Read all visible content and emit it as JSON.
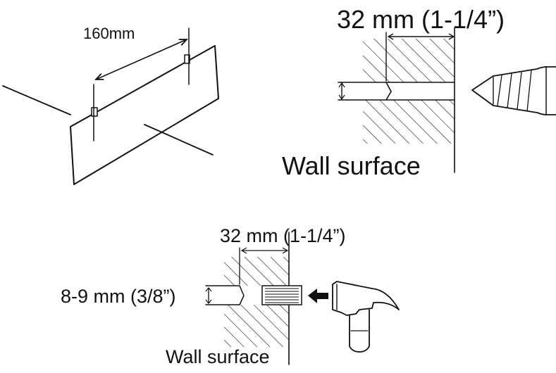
{
  "panel_top_left": {
    "spacing_label": "160mm"
  },
  "panel_top_right": {
    "depth_label": "32 mm (1-1/4”)",
    "wall_label": "Wall surface"
  },
  "panel_bottom": {
    "depth_label": "32 mm (1-1/4”)",
    "diameter_label": "8-9 mm (3/8”)",
    "wall_label": "Wall surface"
  },
  "icons": [
    "mounting-bracket-icon",
    "screw-icon",
    "wall-anchor-icon",
    "push-arrow-icon",
    "hammer-icon"
  ]
}
